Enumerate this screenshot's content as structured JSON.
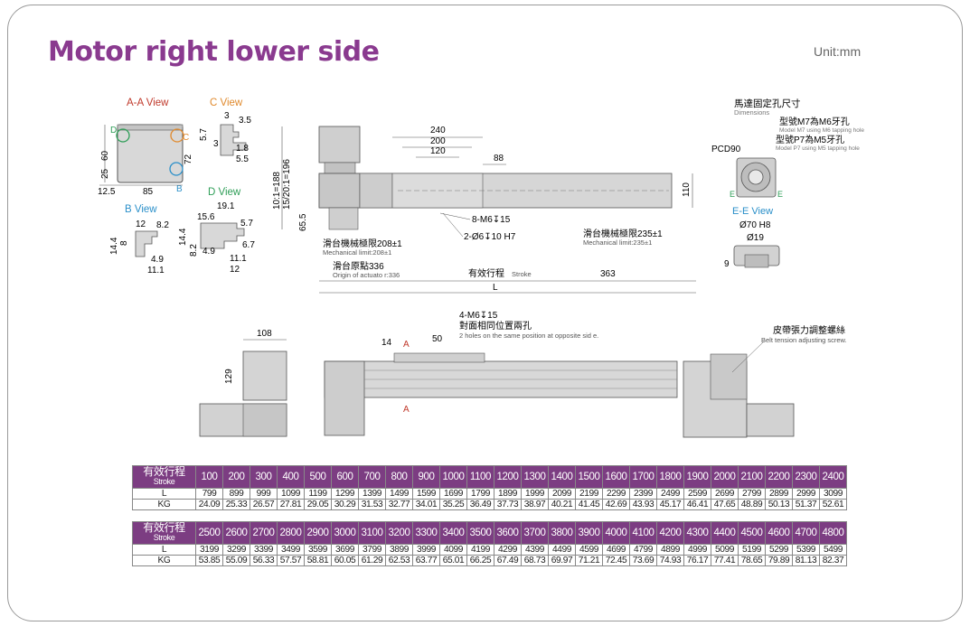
{
  "page": {
    "title": "Motor right lower side",
    "unit": "Unit:mm"
  },
  "views": {
    "aa": "A-A View",
    "c": "C View",
    "b": "B View",
    "d": "D View",
    "ee": "E-E View"
  },
  "dims": {
    "aa_60": "60",
    "aa_25": "25",
    "aa_125": "12.5",
    "aa_85": "85",
    "aa_d": "D",
    "aa_c": "C",
    "aa_b": "B",
    "c_3": "3",
    "c_35": "3.5",
    "c_57": "5.7",
    "c_72": "72",
    "c_18": "1.8",
    "c_55": "5.5",
    "b_12": "12",
    "b_82": "8.2",
    "b_144": "14.4",
    "b_8": "8",
    "b_49": "4.9",
    "b_111": "11.1",
    "d_191": "19.1",
    "d_156": "15.6",
    "d_57": "5.7",
    "d_144": "14.4",
    "d_82": "8.2",
    "d_49": "4.9",
    "d_67": "6.7",
    "d_111": "11.1",
    "d_12": "12",
    "top_240": "240",
    "top_200": "200",
    "top_120": "120",
    "top_88": "88",
    "top_110": "110",
    "left_188": "10:1=188",
    "left_196": "15/20:1=196",
    "left_655": "65.5",
    "m6_8": "8-M6↧15",
    "phi6": "2-Ø6↧10 H7",
    "limit_l_cn": "滑台機械極限208±1",
    "limit_l_en": "Mechanical limit:208±1",
    "origin_cn": "滑台原點336",
    "origin_en": "Origin of actuato r:336",
    "limit_r_cn": "滑台機械極限235±1",
    "limit_r_en": "Mechanical limit:235±1",
    "stroke_cn": "有效行程",
    "stroke_en": "Stroke",
    "d_363": "363",
    "d_L": "L",
    "motor_cn": "馬達固定孔尺寸",
    "motor_en": "Dimensions",
    "m7_cn": "型號M7為M6牙孔",
    "m7_en": "Model M7 using M6 tapping hole",
    "p7_cn": "型號P7為M5牙孔",
    "p7_en": "Model P7 using M5 tapping hole",
    "pcd": "PCD90",
    "e_mark": "E",
    "phi70": "Ø70 H8",
    "phi19": "Ø19",
    "ee_9": "9",
    "front_108": "108",
    "front_129": "129",
    "holes_4m6": "4-M6↧15",
    "holes_cn": "對面相同位置兩孔",
    "holes_en": "2 holes on the same position at opposite sid e.",
    "front_14": "14",
    "front_50": "50",
    "a_mark": "A",
    "belt_cn": "皮帶張力調整螺絲",
    "belt_en": "Belt tension adjusting screw."
  },
  "table1": {
    "header_cn": "有效行程",
    "header_en": "Stroke",
    "row_l": "L",
    "row_kg": "KG",
    "strokes": [
      "100",
      "200",
      "300",
      "400",
      "500",
      "600",
      "700",
      "800",
      "900",
      "1000",
      "1100",
      "1200",
      "1300",
      "1400",
      "1500",
      "1600",
      "1700",
      "1800",
      "1900",
      "2000",
      "2100",
      "2200",
      "2300",
      "2400"
    ],
    "L": [
      "799",
      "899",
      "999",
      "1099",
      "1199",
      "1299",
      "1399",
      "1499",
      "1599",
      "1699",
      "1799",
      "1899",
      "1999",
      "2099",
      "2199",
      "2299",
      "2399",
      "2499",
      "2599",
      "2699",
      "2799",
      "2899",
      "2999",
      "3099"
    ],
    "KG": [
      "24.09",
      "25.33",
      "26.57",
      "27.81",
      "29.05",
      "30.29",
      "31.53",
      "32.77",
      "34.01",
      "35.25",
      "36.49",
      "37.73",
      "38.97",
      "40.21",
      "41.45",
      "42.69",
      "43.93",
      "45.17",
      "46.41",
      "47.65",
      "48.89",
      "50.13",
      "51.37",
      "52.61"
    ]
  },
  "table2": {
    "header_cn": "有效行程",
    "header_en": "Stroke",
    "row_l": "L",
    "row_kg": "KG",
    "strokes": [
      "2500",
      "2600",
      "2700",
      "2800",
      "2900",
      "3000",
      "3100",
      "3200",
      "3300",
      "3400",
      "3500",
      "3600",
      "3700",
      "3800",
      "3900",
      "4000",
      "4100",
      "4200",
      "4300",
      "4400",
      "4500",
      "4600",
      "4700",
      "4800"
    ],
    "L": [
      "3199",
      "3299",
      "3399",
      "3499",
      "3599",
      "3699",
      "3799",
      "3899",
      "3999",
      "4099",
      "4199",
      "4299",
      "4399",
      "4499",
      "4599",
      "4699",
      "4799",
      "4899",
      "4999",
      "5099",
      "5199",
      "5299",
      "5399",
      "5499"
    ],
    "KG": [
      "53.85",
      "55.09",
      "56.33",
      "57.57",
      "58.81",
      "60.05",
      "61.29",
      "62.53",
      "63.77",
      "65.01",
      "66.25",
      "67.49",
      "68.73",
      "69.97",
      "71.21",
      "72.45",
      "73.69",
      "74.93",
      "76.17",
      "77.41",
      "78.65",
      "79.89",
      "81.13",
      "82.37"
    ]
  },
  "colors": {
    "accent": "#8a3a8f",
    "table_header": "#7c3d82",
    "view_aa": "#c0392b",
    "view_c": "#e08a2e",
    "view_blue": "#2a8fc9",
    "view_d": "#2e9e57"
  }
}
